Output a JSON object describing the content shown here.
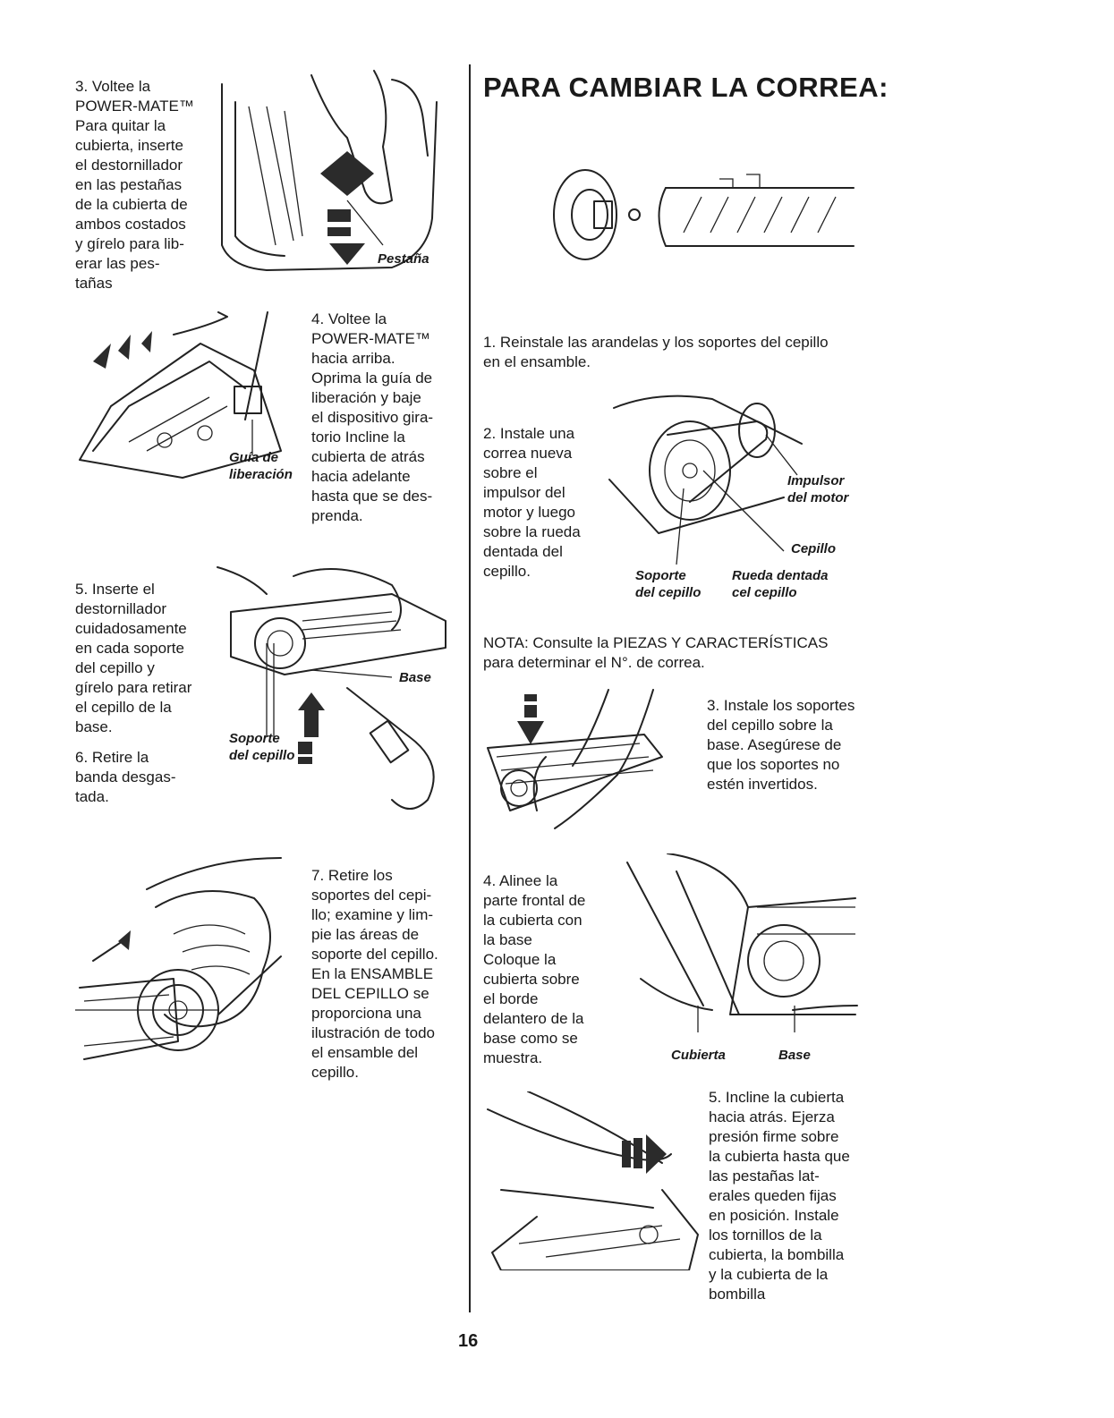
{
  "page": {
    "title": "PARA CAMBIAR LA CORREA:",
    "page_number": "16"
  },
  "left": {
    "step3": "3. Voltee la\nPOWER-MATE™\nPara quitar la\ncubierta, inserte\nel destornillador\nen las pestañas\nde la cubierta de\nambos costados\ny gírelo para lib-\nerar las pes-\ntañas",
    "step3_labels": {
      "pestana": "Pestaña"
    },
    "step4": "4. Voltee la\nPOWER-MATE™\nhacia arriba.\nOprima la guía de\nliberación y baje\nel dispositivo gira-\ntorio Incline la\ncubierta de atrás\nhacia adelante\nhasta que se des-\nprenda.",
    "step4_labels": {
      "guia": "Guía de\nliberación"
    },
    "step5": "5. Inserte el\ndestornillador\ncuidadosamente\nen cada soporte\ndel cepillo y\ngírelo para retirar\nel cepillo de la\nbase.",
    "step6": "6. Retire la\nbanda desgas-\ntada.",
    "step5_labels": {
      "base": "Base",
      "soporte": "Soporte\ndel cepillo"
    },
    "step7": "7. Retire los\nsoportes del cepi-\nllo; examine y lim-\npie las áreas de\nsoporte del cepillo.\nEn la ENSAMBLE\nDEL CEPILLO se\nproporciona una\nilustración de todo\nel ensamble del\ncepillo."
  },
  "right": {
    "step1": "1. Reinstale las arandelas y los soportes del cepillo\nen el ensamble.",
    "step2": "2. Instale una\ncorrea nueva\nsobre el\nimpulsor del\nmotor y luego\nsobre la rueda\ndentada del\ncepillo.",
    "step2_labels": {
      "impulsor": "Impulsor\ndel motor",
      "cepillo": "Cepillo",
      "soporte": "Soporte\ndel cepillo",
      "rueda": "Rueda dentada\ncel cepillo"
    },
    "nota": "NOTA: Consulte la PIEZAS Y CARACTERÍSTICAS\npara determinar el N°. de correa.",
    "step3": "3. Instale los soportes\ndel cepillo sobre la\nbase. Asegúrese de\nque los soportes no\nestén invertidos.",
    "step4": "4. Alinee la\nparte frontal de\nla cubierta con\nla base\nColoque la\ncubierta sobre\nel borde\ndelantero de la\nbase como se\nmuestra.",
    "step4_labels": {
      "cubierta": "Cubierta",
      "base": "Base"
    },
    "step5": "5. Incline la cubierta\nhacia atrás. Ejerza\npresión firme sobre\nla cubierta hasta que\nlas pestañas lat-\nerales queden fijas\nen posición. Instale\nlos tornillos de la\ncubierta, la bombilla\ny la cubierta de la\nbombilla"
  }
}
